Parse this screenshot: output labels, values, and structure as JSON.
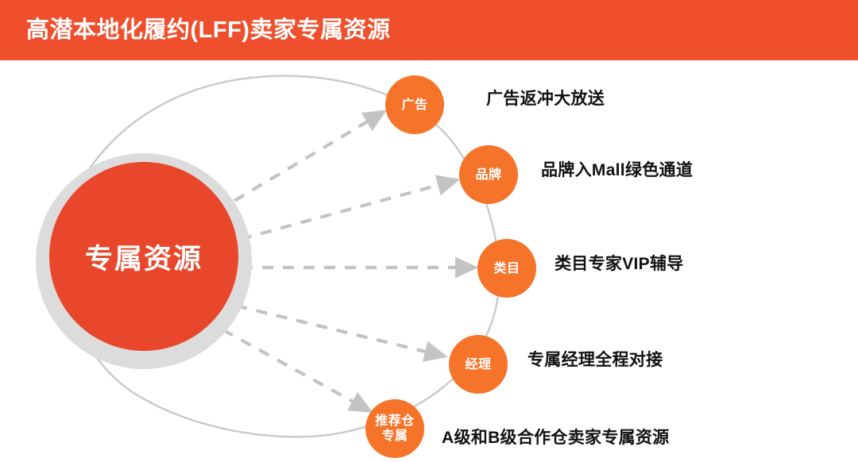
{
  "header": {
    "title": "高潜本地化履约(LFF)卖家专属资源",
    "background_color": "#ef4f2c",
    "text_color": "#ffffff"
  },
  "hub": {
    "label": "专属资源",
    "fill_color": "#e8472b",
    "ring_color": "#dcdcdc"
  },
  "colors": {
    "node_fill": "#f5742a",
    "arrow": "#c9c9c9",
    "arc": "#c9c9c9",
    "description_text": "#111111",
    "canvas": "#ffffff"
  },
  "nodes": [
    {
      "id": "ads",
      "label": "广告",
      "label_lines": [
        "广告"
      ],
      "description": "广告返冲大放送"
    },
    {
      "id": "brand",
      "label": "品牌",
      "label_lines": [
        "品牌"
      ],
      "description": "品牌入Mall绿色通道"
    },
    {
      "id": "category",
      "label": "类目",
      "label_lines": [
        "类目"
      ],
      "description": "类目专家VIP辅导"
    },
    {
      "id": "manager",
      "label": "经理",
      "label_lines": [
        "经理"
      ],
      "description": "专属经理全程对接"
    },
    {
      "id": "warehouse",
      "label": "推荐仓专属",
      "label_lines": [
        "推荐仓",
        "专属"
      ],
      "description": "A级和B级合作仓卖家专属资源"
    }
  ]
}
